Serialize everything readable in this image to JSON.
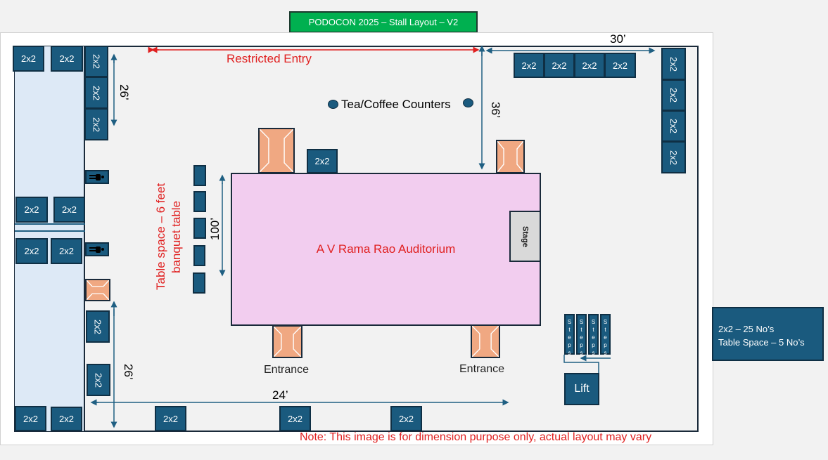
{
  "title": "PODOCON 2025 – Stall Layout – V2",
  "stall_label": "2x2",
  "labels": {
    "restricted_entry": "Restricted Entry",
    "tea_coffee": "Tea/Coffee Counters",
    "auditorium": "A V Rama Rao Auditorium",
    "stage": "Stage",
    "entrance_left": "Entrance",
    "entrance_right": "Entrance",
    "table_space_line1": "Table space – 6 feet",
    "table_space_line2": "banquet table",
    "lift": "Lift",
    "steps": "Steps",
    "note": "Note: This image is for dimension purpose only, actual layout may vary"
  },
  "dimensions": {
    "top_right_width": "30’",
    "right_height": "36’",
    "left_top_height": "26’",
    "left_bottom_height": "26’",
    "bottom_width": "24’",
    "table_height": "100’"
  },
  "legend": {
    "line1": "2x2 – 25 No’s",
    "line2": "Table Space – 5 No’s"
  },
  "colors": {
    "title_bg": "#00b050",
    "stall": "#1a5a7e",
    "auditorium": "#f2cdef",
    "door": "#f0a882",
    "corridor": "#dde9f6",
    "red_text": "#e02020"
  }
}
